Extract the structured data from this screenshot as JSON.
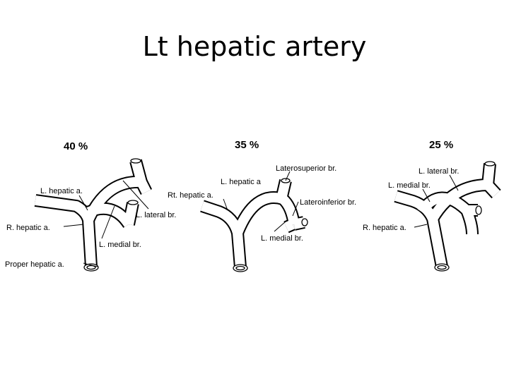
{
  "slide": {
    "title": "Lt hepatic artery"
  },
  "variants": [
    {
      "percent": "40 %",
      "labels": {
        "left_hepatic": "L. hepatic a.",
        "lateral": "L. lateral br.",
        "right_hepatic": "R. hepatic a.",
        "medial": "L. medial br.",
        "proper_hepatic": "Proper hepatic a."
      }
    },
    {
      "percent": "35 %",
      "labels": {
        "laterosuperior": "Laterosuperior br.",
        "left_hepatic": "L. hepatic a",
        "right_hepatic": "Rt. hepatic a.",
        "lateroinferior": "Lateroinferior br.",
        "medial": "L. medial br."
      }
    },
    {
      "percent": "25 %",
      "labels": {
        "lateral": "L. lateral br.",
        "medial": "L. medial br.",
        "right_hepatic": "R. hepatic a."
      }
    }
  ]
}
